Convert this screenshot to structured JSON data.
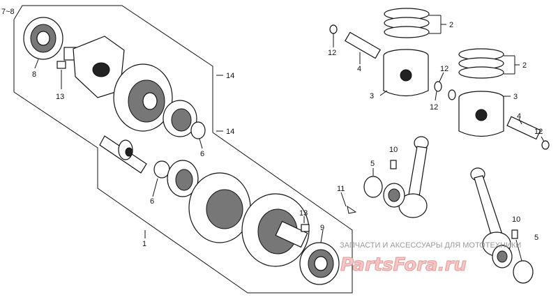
{
  "callouts": {
    "group": "7~8",
    "main_assembly": "1",
    "rings_upper": "2",
    "rings_lower": "2",
    "piston_upper": "3",
    "piston_lower": "3",
    "pin_upper": "4",
    "pin_lower": "4",
    "washer_upper": "5",
    "washer_lower": "5",
    "seal_upper": "6",
    "seal_lower": "6",
    "bearing_left": "8",
    "bearing_right": "9",
    "pin_clip_upper": "10",
    "pin_clip_lower": "10",
    "cotter": "11",
    "circlip_top": "12",
    "circlip_mid_a": "12",
    "circlip_mid_b": "12",
    "circlip_right": "12",
    "key_upper": "13",
    "key_lower": "13",
    "ref_upper": "14",
    "ref_lower": "14"
  },
  "watermark": {
    "caption": "ЗАПЧАСТИ И АКСЕССУАРЫ ДЛЯ МОТОТЕХНИКИ",
    "brand": "PartsFora.ru"
  }
}
